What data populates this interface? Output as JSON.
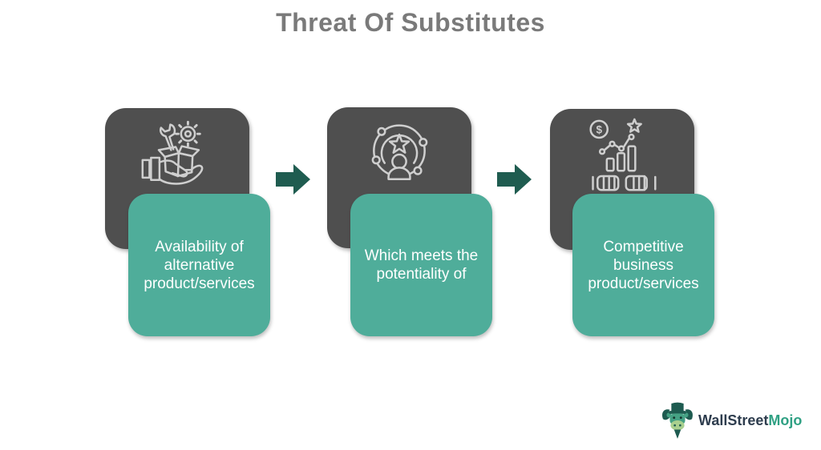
{
  "title": "Threat Of Substitutes",
  "steps": [
    {
      "icon": "hand-box-product-icon",
      "label": [
        "Availability of",
        "alternative",
        "product/services"
      ]
    },
    {
      "icon": "person-star-orbit-icon",
      "label": [
        "Which meets the",
        "potentiality of"
      ]
    },
    {
      "icon": "money-chart-fists-icon",
      "label": [
        "Competitive",
        "business",
        "product/services"
      ]
    }
  ],
  "connectors": {
    "style": "right-block-arrow",
    "count": 2
  },
  "icon_glyphs": {
    "dollar": "$"
  },
  "logo": {
    "brand_part1": "WallStreet",
    "brand_part2": "Mojo",
    "icon": "bull-mascot-icon"
  },
  "colors": {
    "dark_card": "#4F4F4F",
    "teal_card": "#4FAD9A",
    "arrow": "#1F5C50",
    "title_text": "#7A7A7A",
    "icon_stroke": "#CFCFCF",
    "label_text": "#FFFFFF",
    "logo_dark": "#2E3D4E",
    "logo_green": "#2FA083"
  }
}
